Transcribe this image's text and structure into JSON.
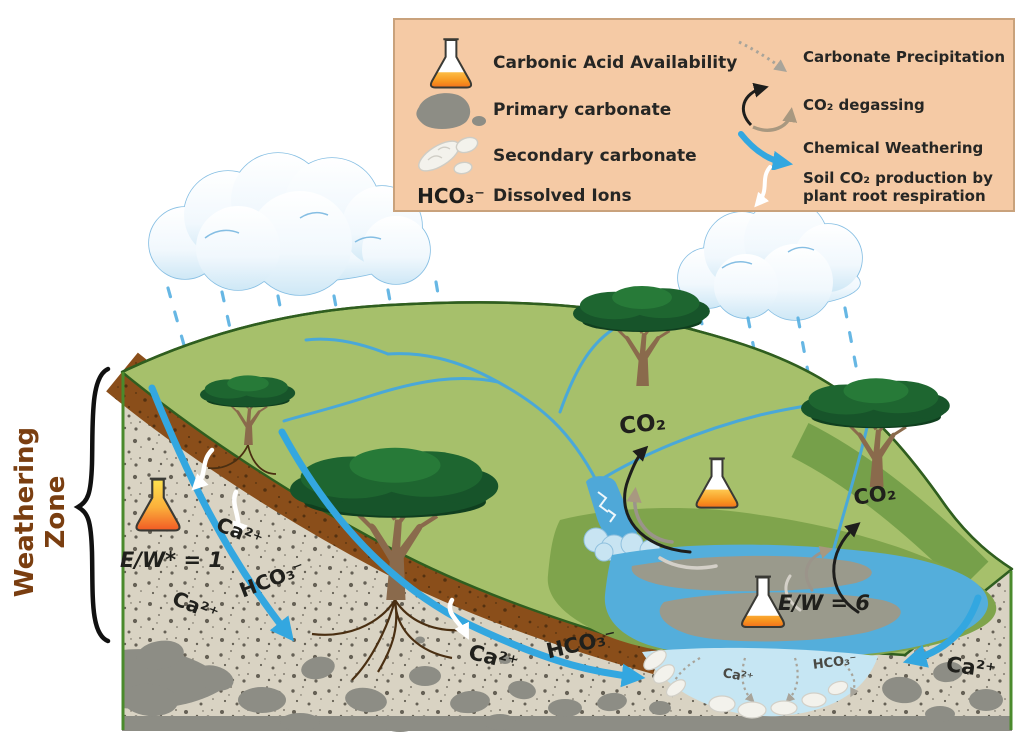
{
  "legend": {
    "left": [
      {
        "icon": "flask-icon",
        "label": "Carbonic Acid Availability"
      },
      {
        "icon": "primary-carbonate-icon",
        "label": "Primary carbonate"
      },
      {
        "icon": "secondary-carbonate-icon",
        "label": "Secondary carbonate"
      },
      {
        "icon": "dissolved-ions-icon",
        "icon_text": "HCO₃⁻",
        "label": "Dissolved Ions"
      }
    ],
    "right": [
      {
        "icon": "carbonate-precipitation-arrow-icon",
        "label": "Carbonate Precipitation"
      },
      {
        "icon": "co2-degassing-arrow-icon",
        "label": "CO₂ degassing"
      },
      {
        "icon": "chemical-weathering-arrow-icon",
        "label": "Chemical Weathering"
      },
      {
        "icon": "soil-co2-arrow-icon",
        "label": "Soil CO₂ production by plant root respiration"
      }
    ]
  },
  "diagram": {
    "weathering_zone": {
      "line1": "Weathering",
      "line2": "Zone"
    },
    "annotations": {
      "ew_upland": "E/W* = 1",
      "ew_floodplain": "E/W = 6",
      "co2_waterfall": "CO₂",
      "co2_lake": "CO₂",
      "ca_upland_1": "Ca²⁺",
      "ca_upland_2": "Ca²⁺",
      "ca_midslope": "Ca²⁺",
      "ca_groundwater": "Ca²⁺",
      "ca_right": "Ca²⁺",
      "hco3_upland": "HCO₃⁻",
      "hco3_midslope": "HCO₃⁻",
      "hco3_groundwater": "HCO₃⁻"
    }
  },
  "colors": {
    "legend_bg": "#F5CAA5",
    "hill_green": "#A6C06B",
    "dark_green": "#7FA44C",
    "soil_brown": "#8A4E1A",
    "regolith_tan": "#D9D3C3",
    "rock_gray": "#8D8D85",
    "water_blue": "#54AEDB",
    "groundwater_blue": "#C6E6F3",
    "weathering_arrow_blue": "#33A7E0",
    "flask_orange": "#F7931E",
    "label_brown": "#7A3E10"
  }
}
